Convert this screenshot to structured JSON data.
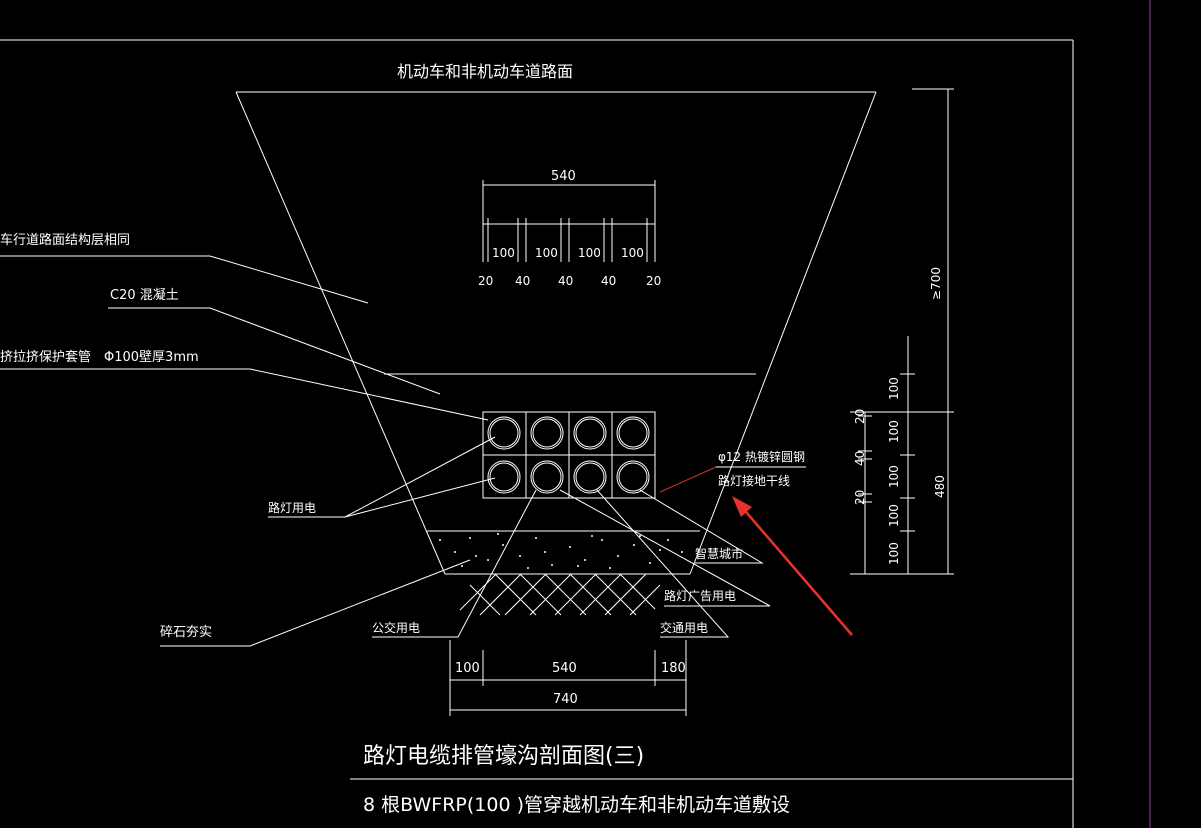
{
  "drawing": {
    "road_surface_label": "机动车和非机动车道路面",
    "layer_label_1": "车行道路面结构层相同",
    "layer_label_2": "C20 混凝土",
    "layer_label_3": "挤拉挤保护套管　Φ100壁厚3mm",
    "label_streetlight_power": "路灯用电",
    "label_gravel": "碎石夯实",
    "label_bus_power": "公交用电",
    "label_traffic_power": "交通用电",
    "label_smart_city": "智慧城市",
    "label_ad_power": "路灯广告用电",
    "label_rebar": "φ12 热镀锌圆钢",
    "label_ground_wire": "路灯接地干线",
    "dims": {
      "top_total": "540",
      "cell": [
        "100",
        "100",
        "100",
        "100"
      ],
      "gaps": [
        "20",
        "40",
        "40",
        "40",
        "20"
      ],
      "bottom_left": "100",
      "bottom_mid": "540",
      "bottom_right": "180",
      "bottom_total": "740",
      "right_depth": "≥700",
      "right_stack": [
        "100",
        "100",
        "100",
        "100",
        "100"
      ],
      "right_gaps": [
        "20",
        "40",
        "20"
      ],
      "right_total": "480"
    },
    "title": "路灯电缆排管壕沟剖面图(三)",
    "subtitle": "8 根BWFRP(100 )管穿越机动车和非机动车道敷设"
  },
  "colors": {
    "background": "#000000",
    "line": "#ffffff",
    "arrow": "#e8322c",
    "leader_red": "#c0392b",
    "border_magenta": "#9b3aa8"
  }
}
